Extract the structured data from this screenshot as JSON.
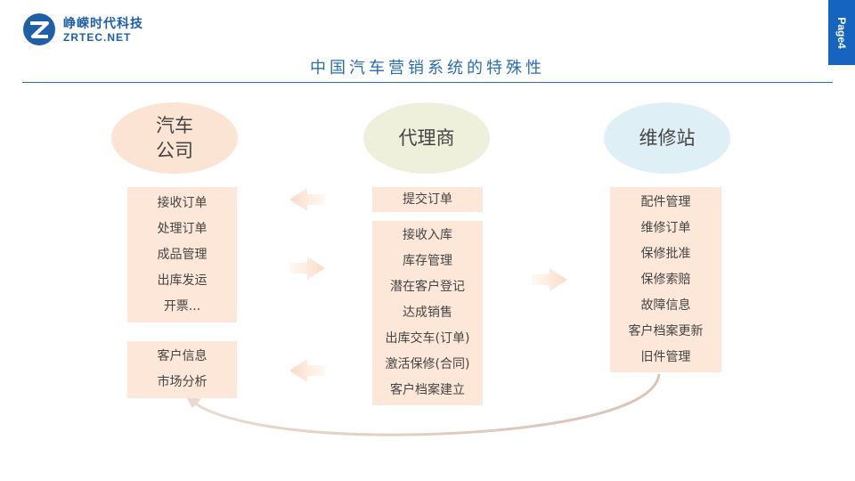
{
  "header": {
    "logo_cn": "峥嵘时代科技",
    "logo_en": "ZRTEC.NET",
    "page_label": "Page4"
  },
  "title": "中国汽车营销系统的特殊性",
  "columns": [
    {
      "heading_line1": "汽车",
      "heading_line2": "公司",
      "groups": [
        [
          "接收订单",
          "处理订单",
          "成品管理",
          "出库发运",
          "开票..."
        ],
        [
          "客户信息",
          "市场分析"
        ]
      ]
    },
    {
      "heading": "代理商",
      "groups": [
        [
          "提交订单"
        ],
        [
          "接收入库",
          "库存管理",
          "潜在客户登记",
          "达成销售",
          "出库交车(订单)",
          "激活保修(合同)",
          "客户档案建立"
        ]
      ]
    },
    {
      "heading": "维修站",
      "groups": [
        [
          "配件管理",
          "维修订单",
          "保修批准",
          "保修索赔",
          "故障信息",
          "客户档案更新",
          "旧件管理"
        ]
      ]
    }
  ],
  "colors": {
    "brand_blue": "#1565c0",
    "title_blue": "#2a6cb0",
    "box_fill": "#fde7d8",
    "arrow_fill": "#fbe4d4"
  }
}
